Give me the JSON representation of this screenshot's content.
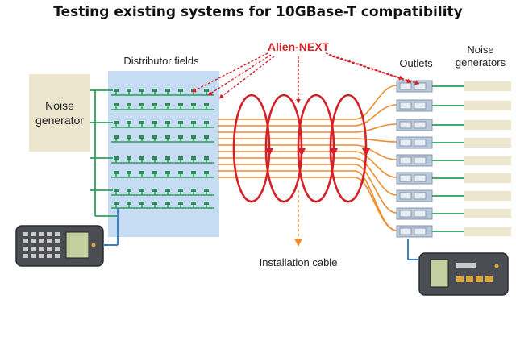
{
  "title": "Testing existing systems for 10GBase-T compatibility",
  "labels": {
    "noise_generator_line1": "Noise",
    "noise_generator_line2": "generator",
    "distributor_fields": "Distributor fields",
    "alien_next": "Alien-NEXT",
    "outlets": "Outlets",
    "noise_generators_line1": "Noise",
    "noise_generators_line2": "generators",
    "installation_cable": "Installation cable"
  },
  "colors": {
    "green": "#2aa05a",
    "orange": "#f08c2a",
    "red": "#d42026",
    "panel_blue": "#c6dcf2",
    "noise_box": "#ece6cf",
    "outlet": "#b9c9db"
  }
}
